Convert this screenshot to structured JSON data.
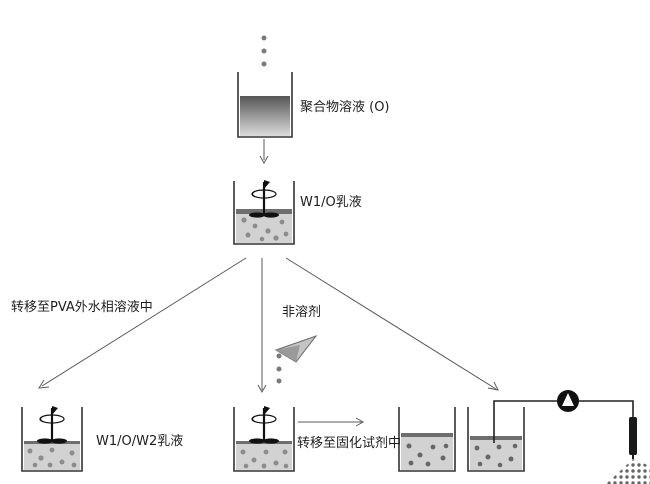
{
  "labels": {
    "polymer_solution": "聚合物溶液 (O)",
    "w1o_emulsion": "W1/O乳液",
    "transfer_pva": "转移至PVA外水相溶液中",
    "nonsolvent": "非溶剂",
    "w1ow2_emulsion": "W1/O/W2乳液",
    "transfer_solidify": "转移至固化试剂中"
  },
  "colors": {
    "line": "#5a5a5a",
    "liquid_light": "#d2d2d2",
    "liquid_dark": "#6e6e6e",
    "droplet": "#8c8c8c",
    "droplet_dark": "#555555",
    "stirrer": "#111111",
    "dots": "#7a7a7a"
  },
  "icons": {
    "stirrer": "stirrer-icon",
    "funnel": "funnel-icon",
    "pump": "pump-icon",
    "nozzle": "nozzle-icon"
  }
}
